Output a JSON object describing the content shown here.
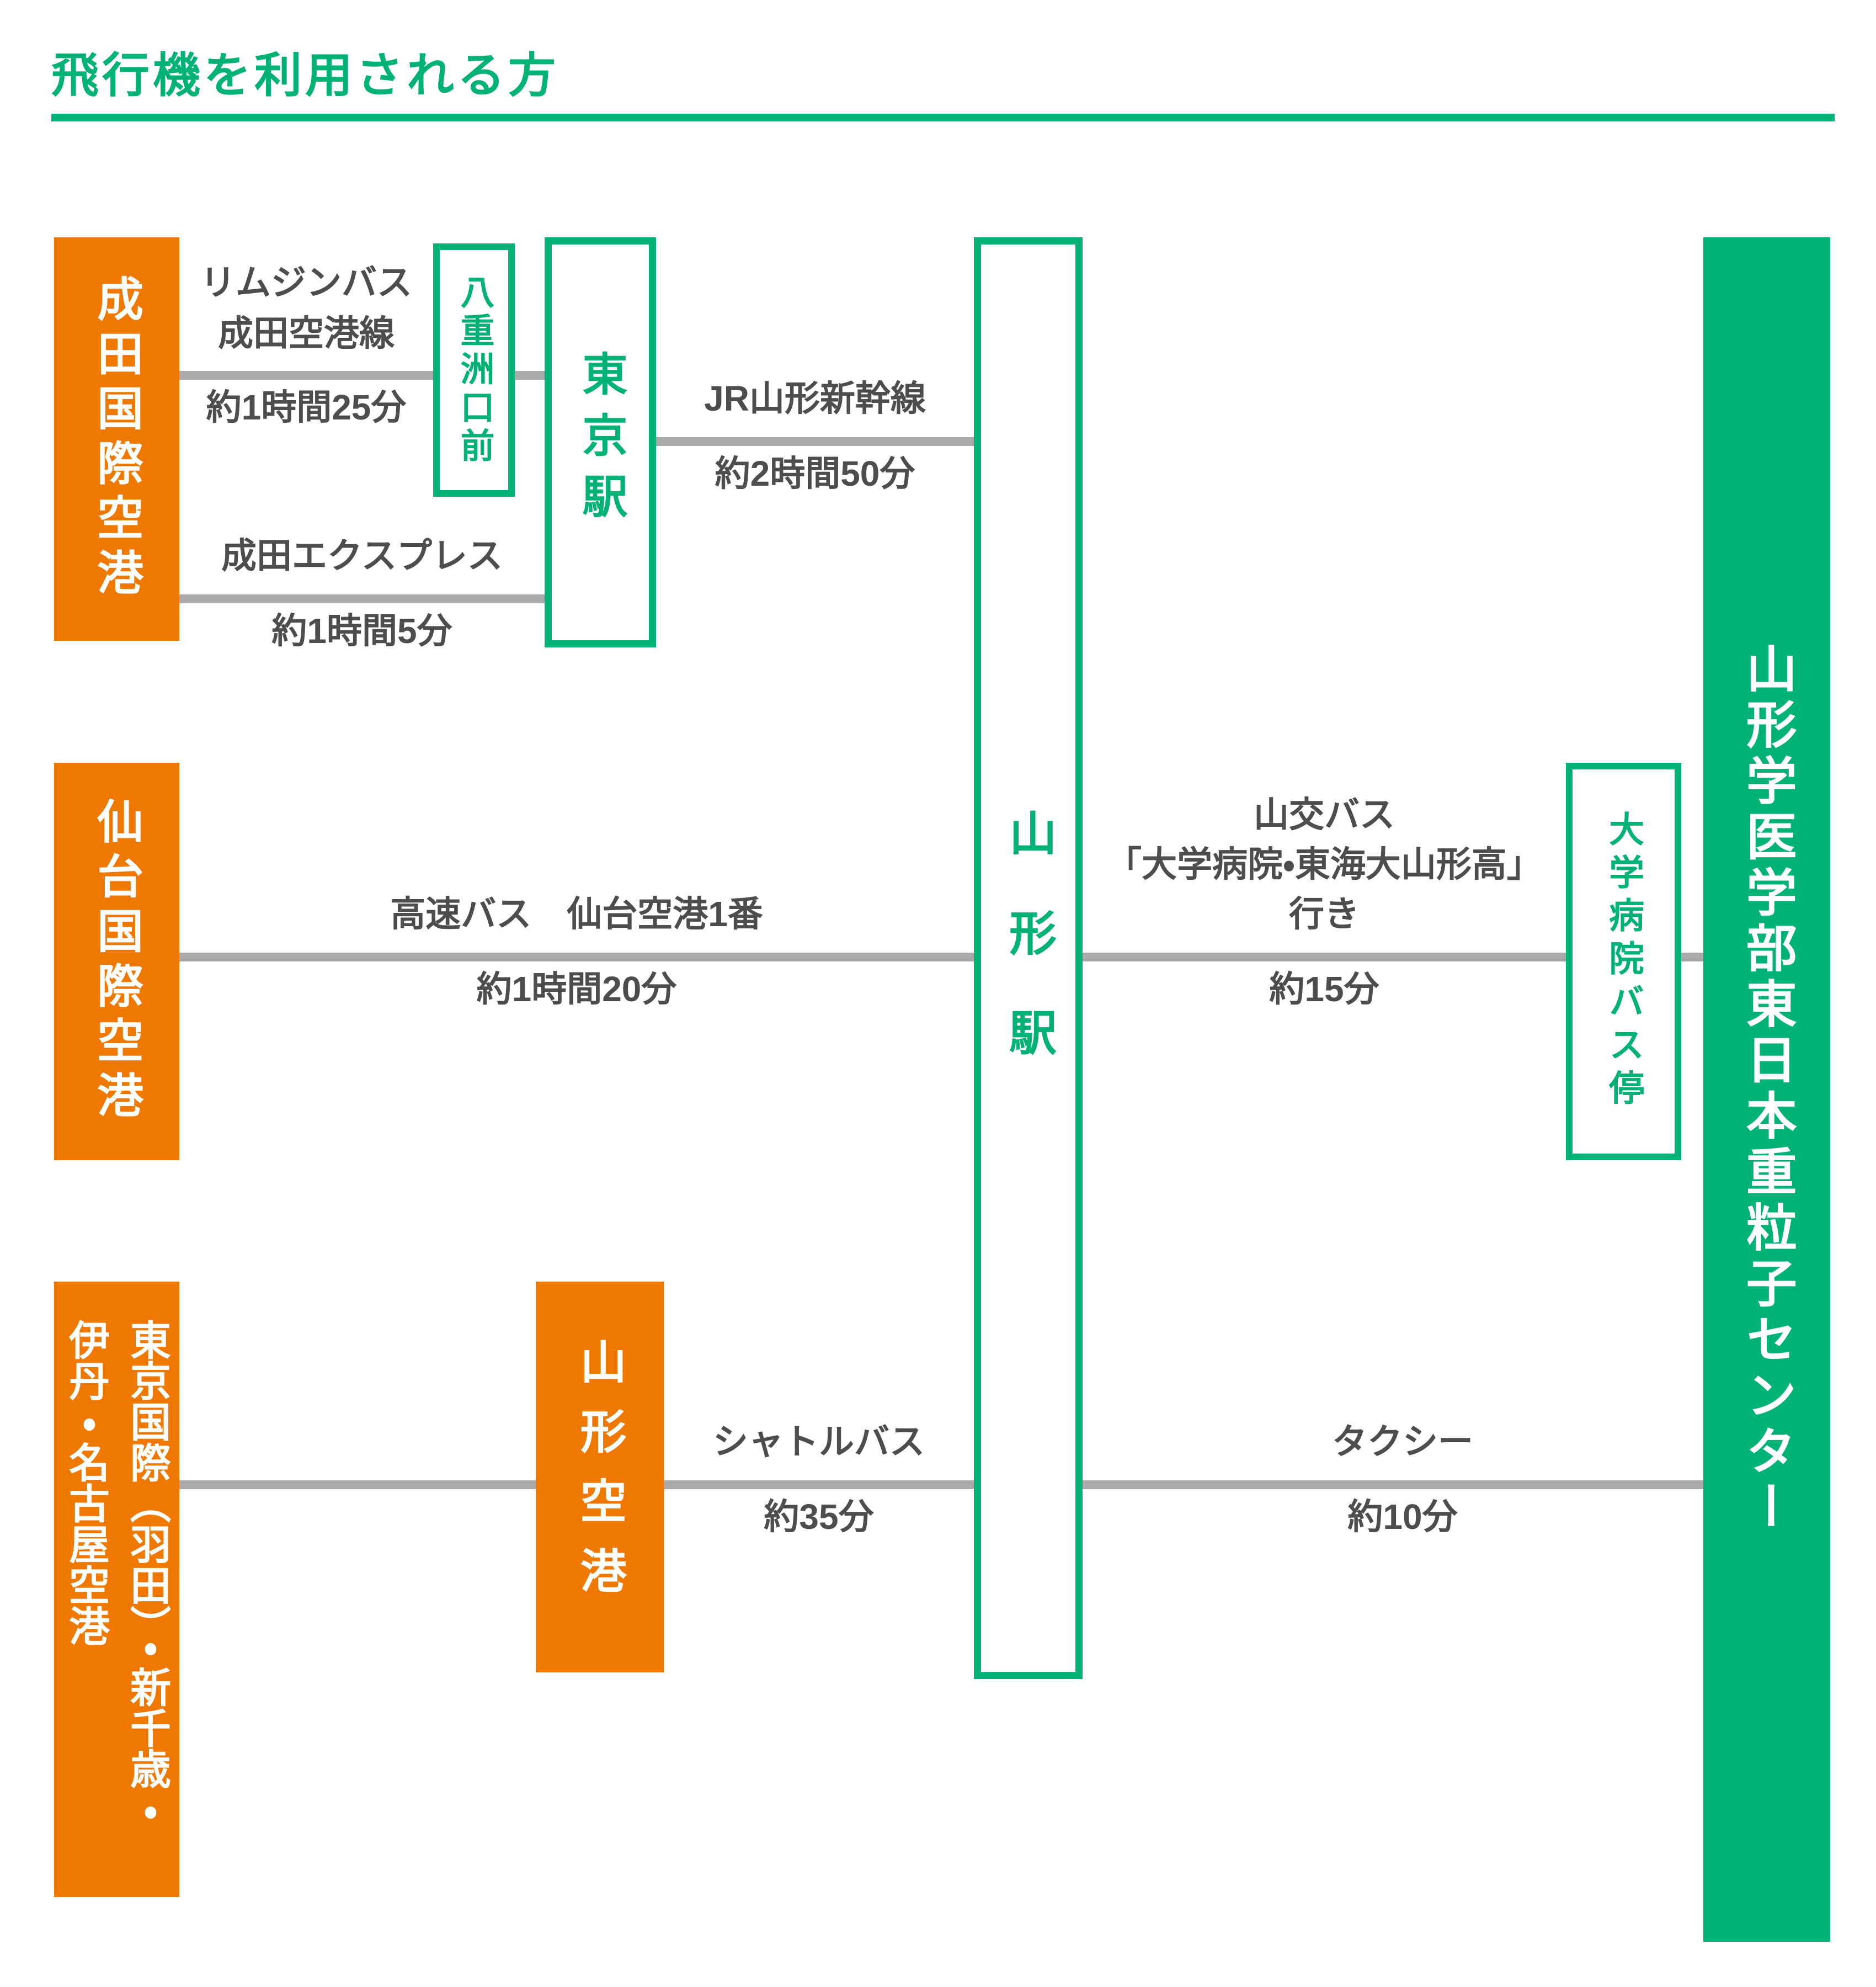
{
  "title": "飛行機を利用される方",
  "colors": {
    "green": "#00b273",
    "orange": "#ee7800",
    "line_gray": "#aaaaaa",
    "text_gray": "#4d4d4d"
  },
  "nodes": {
    "narita_airport": "成田国際空港",
    "sendai_airport": "仙台国際空港",
    "other_airports": "東京国際（羽田）・新千歳・伊丹・名古屋空港",
    "yamagata_airport": "山形空港",
    "yaesu_exit": "八重洲口前",
    "tokyo_station": "東京駅",
    "yamagata_station": "山形駅",
    "hospital_bus_stop": "大学病院バス停",
    "destination": "山形学医学部東日本重粒子センター"
  },
  "routes": {
    "limousine_bus": {
      "label_line1": "リムジンバス",
      "label_line2": "成田空港線",
      "duration": "約1時間25分"
    },
    "narita_express": {
      "label": "成田エクスプレス",
      "duration": "約1時間5分"
    },
    "jr_yamagata_shinkansen": {
      "label": "JR山形新幹線",
      "duration": "約2時間50分"
    },
    "highway_bus": {
      "label": "高速バス　仙台空港1番",
      "duration": "約1時間20分"
    },
    "yamako_bus": {
      "label_line1": "山交バス",
      "label_line2": "「大学病院・東海大山形高」",
      "label_line3": "行き",
      "duration": "約15分"
    },
    "shuttle_bus": {
      "label": "シャトルバス",
      "duration": "約35分"
    },
    "taxi": {
      "label": "タクシー",
      "duration": "約10分"
    }
  }
}
